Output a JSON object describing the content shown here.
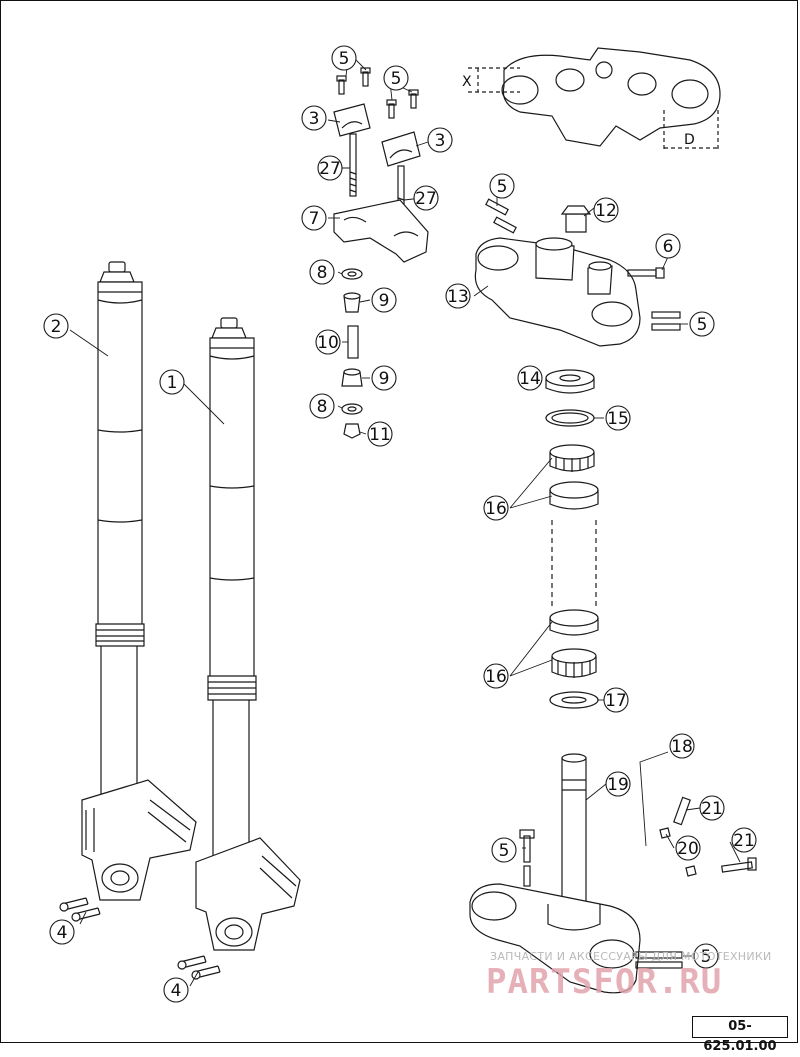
{
  "diagram": {
    "code": "05-625.01.00",
    "dimension_labels": {
      "x": "X",
      "d": "D"
    },
    "watermark": {
      "caption": "ЗАПЧАСТИ И АКСЕССУАРЫ ДЛЯ МОТОТЕХНИКИ",
      "brand": "PARTSFOR.RU"
    },
    "callouts": [
      {
        "id": "c-1",
        "text": "1"
      },
      {
        "id": "c-2",
        "text": "2"
      },
      {
        "id": "c-3a",
        "text": "3"
      },
      {
        "id": "c-3b",
        "text": "3"
      },
      {
        "id": "c-4a",
        "text": "4"
      },
      {
        "id": "c-4b",
        "text": "4"
      },
      {
        "id": "c-5a",
        "text": "5"
      },
      {
        "id": "c-5b",
        "text": "5"
      },
      {
        "id": "c-5c",
        "text": "5"
      },
      {
        "id": "c-5d",
        "text": "5"
      },
      {
        "id": "c-5e",
        "text": "5"
      },
      {
        "id": "c-5f",
        "text": "5"
      },
      {
        "id": "c-6",
        "text": "6"
      },
      {
        "id": "c-7",
        "text": "7"
      },
      {
        "id": "c-8a",
        "text": "8"
      },
      {
        "id": "c-8b",
        "text": "8"
      },
      {
        "id": "c-9a",
        "text": "9"
      },
      {
        "id": "c-9b",
        "text": "9"
      },
      {
        "id": "c-10",
        "text": "10"
      },
      {
        "id": "c-11",
        "text": "11"
      },
      {
        "id": "c-12",
        "text": "12"
      },
      {
        "id": "c-13",
        "text": "13"
      },
      {
        "id": "c-14",
        "text": "14"
      },
      {
        "id": "c-15",
        "text": "15"
      },
      {
        "id": "c-16a",
        "text": "16"
      },
      {
        "id": "c-16b",
        "text": "16"
      },
      {
        "id": "c-17",
        "text": "17"
      },
      {
        "id": "c-18",
        "text": "18"
      },
      {
        "id": "c-19",
        "text": "19"
      },
      {
        "id": "c-20",
        "text": "20"
      },
      {
        "id": "c-21a",
        "text": "21"
      },
      {
        "id": "c-21b",
        "text": "21"
      },
      {
        "id": "c-27a",
        "text": "27"
      },
      {
        "id": "c-27b",
        "text": "27"
      }
    ]
  }
}
